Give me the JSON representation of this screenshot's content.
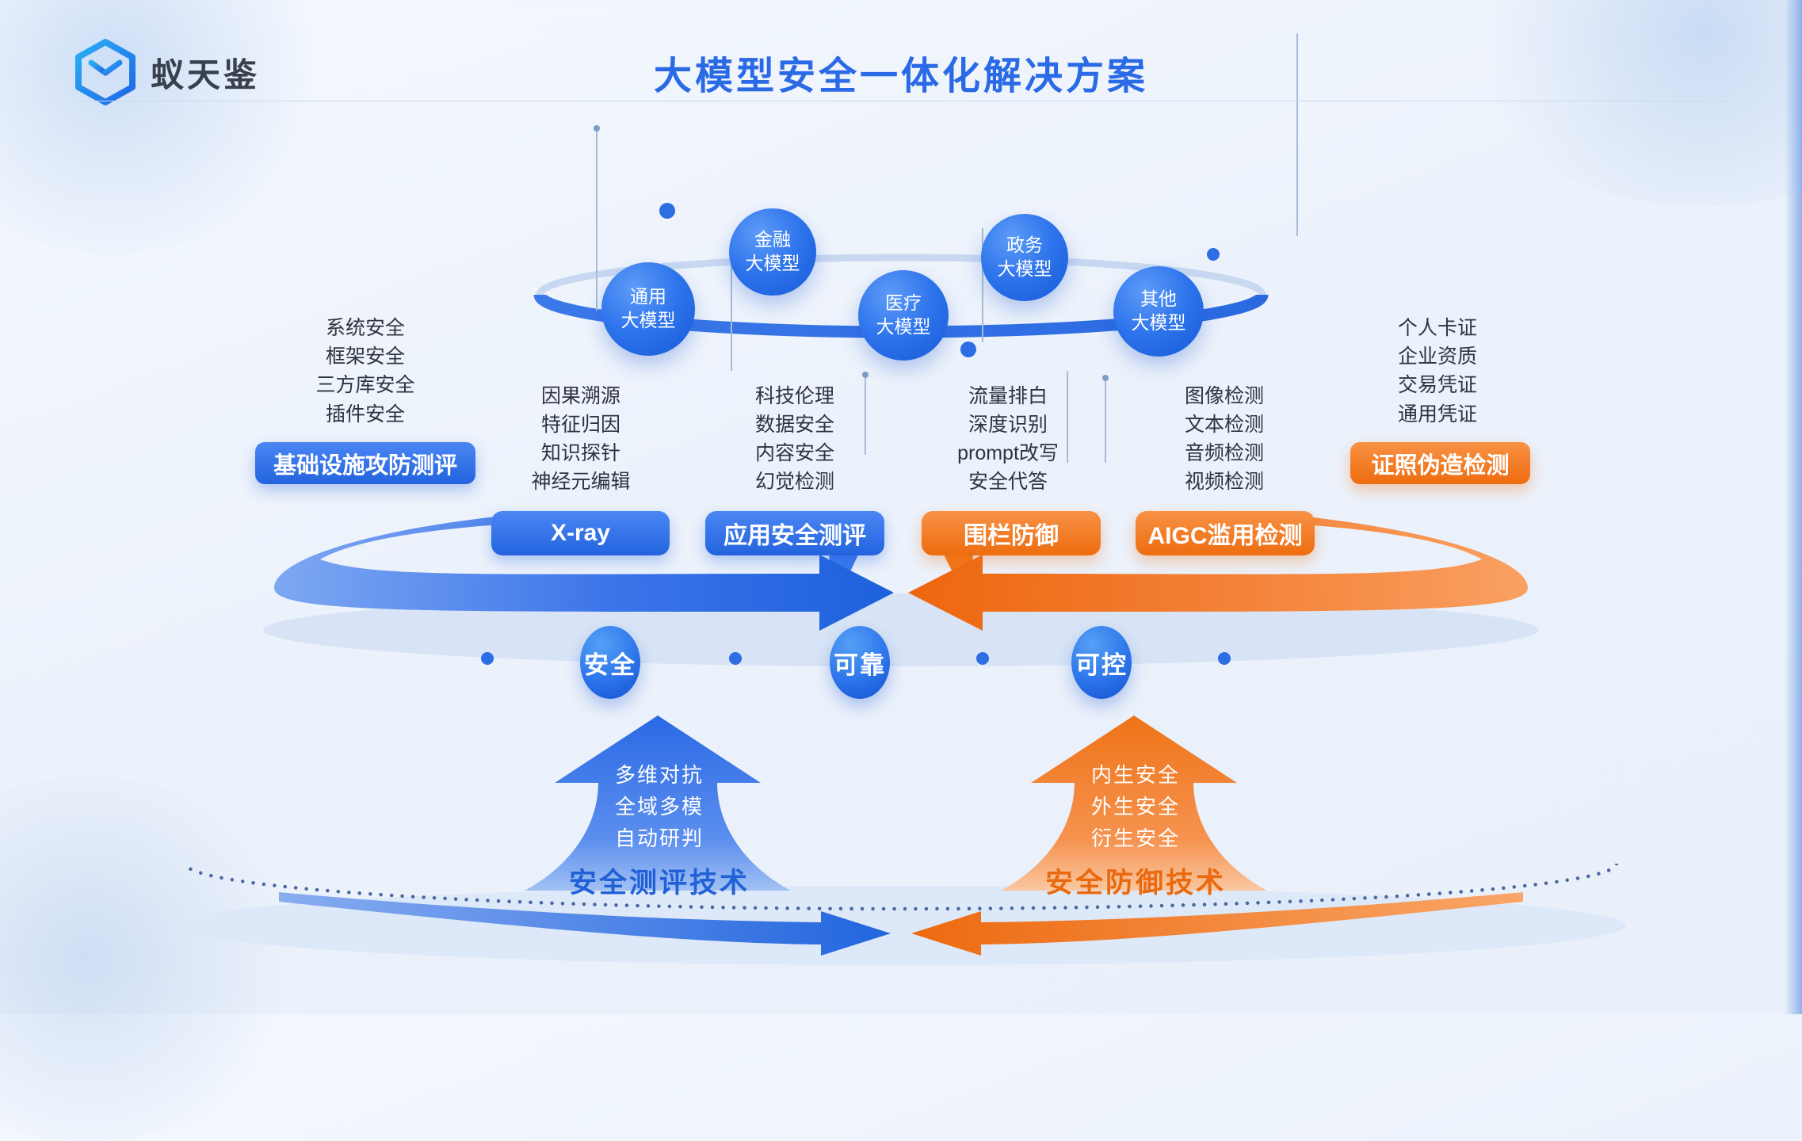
{
  "brand": {
    "name": "蚁天鉴",
    "logo_icon": "shield-hexagon-icon"
  },
  "header": {
    "title": "大模型安全一体化解决方案"
  },
  "models": [
    {
      "top": "通用",
      "bottom": "大模型"
    },
    {
      "top": "金融",
      "bottom": "大模型"
    },
    {
      "top": "医疗",
      "bottom": "大模型"
    },
    {
      "top": "政务",
      "bottom": "大模型"
    },
    {
      "top": "其他",
      "bottom": "大模型"
    }
  ],
  "left_panel": {
    "items": [
      "系统安全",
      "框架安全",
      "三方库安全",
      "插件安全"
    ],
    "badge": "基础设施攻防测评"
  },
  "right_panel": {
    "items": [
      "个人卡证",
      "企业资质",
      "交易凭证",
      "通用凭证"
    ],
    "badge": "证照伪造检测"
  },
  "columns": [
    {
      "items": [
        "因果溯源",
        "特征归因",
        "知识探针",
        "神经元编辑"
      ]
    },
    {
      "items": [
        "科技伦理",
        "数据安全",
        "内容安全",
        "幻觉检测"
      ]
    },
    {
      "items": [
        "流量排白",
        "深度识别",
        "prompt改写",
        "安全代答"
      ]
    },
    {
      "items": [
        "图像检测",
        "文本检测",
        "音频检测",
        "视频检测"
      ]
    }
  ],
  "capability_buttons": [
    {
      "label": "X-ray",
      "color": "blue"
    },
    {
      "label": "应用安全测评",
      "color": "blue"
    },
    {
      "label": "围栏防御",
      "color": "orange"
    },
    {
      "label": "AIGC滥用检测",
      "color": "orange"
    }
  ],
  "principles": [
    "安全",
    "可靠",
    "可控"
  ],
  "tech_left": {
    "items": [
      "多维对抗",
      "全域多模",
      "自动研判"
    ],
    "label": "安全测评技术"
  },
  "tech_right": {
    "items": [
      "内生安全",
      "外生安全",
      "衍生安全"
    ],
    "label": "安全防御技术"
  },
  "colors": {
    "blue": "#2a6ae6",
    "orange": "#f5791d",
    "text_dark": "#2e3340",
    "background": "#edf3fb"
  }
}
